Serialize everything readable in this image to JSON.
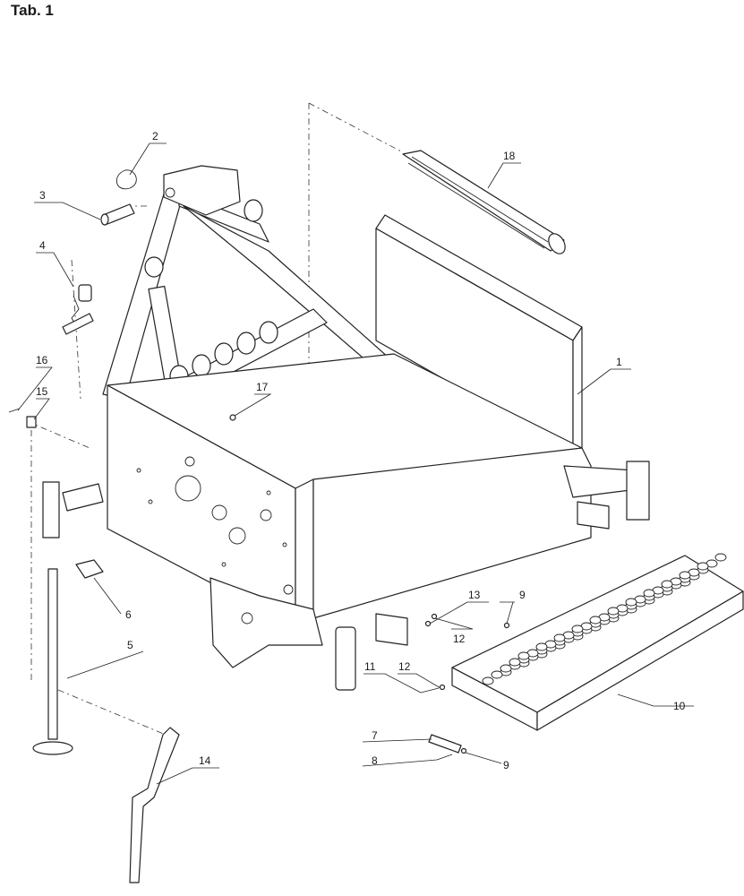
{
  "title": "Tab. 1",
  "callouts": [
    "1",
    "2",
    "3",
    "4",
    "5",
    "6",
    "7",
    "8",
    "9",
    "9",
    "10",
    "11",
    "12",
    "12",
    "13",
    "14",
    "15",
    "16",
    "17",
    "18"
  ],
  "colors": {
    "line": "#222222",
    "background": "#ffffff"
  }
}
